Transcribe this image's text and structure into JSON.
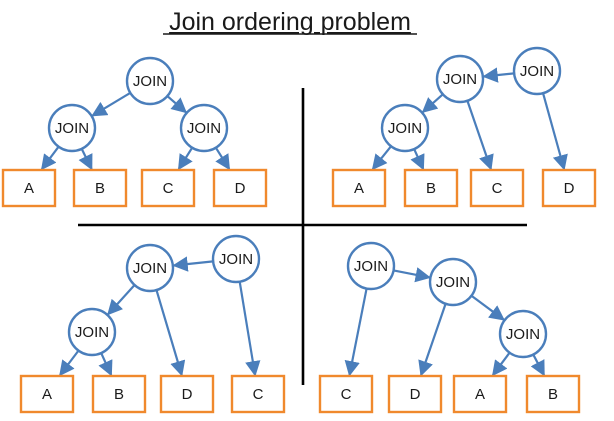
{
  "title": "Join ordering problem",
  "colors": {
    "node_stroke": "#4a7ebb",
    "leaf_stroke": "#f0892d",
    "edge": "#4a7ebb",
    "divider": "#000000"
  },
  "quadrants": [
    {
      "name": "top-left",
      "nodes": [
        {
          "id": "j1",
          "label": "JOIN"
        },
        {
          "id": "j2",
          "label": "JOIN"
        },
        {
          "id": "j3",
          "label": "JOIN"
        }
      ],
      "leaves": [
        {
          "id": "a",
          "label": "A"
        },
        {
          "id": "b",
          "label": "B"
        },
        {
          "id": "c",
          "label": "C"
        },
        {
          "id": "d",
          "label": "D"
        }
      ],
      "edges": [
        [
          "j1",
          "j2"
        ],
        [
          "j1",
          "j3"
        ],
        [
          "j2",
          "a"
        ],
        [
          "j2",
          "b"
        ],
        [
          "j3",
          "c"
        ],
        [
          "j3",
          "d"
        ]
      ]
    },
    {
      "name": "top-right",
      "nodes": [
        {
          "id": "j1",
          "label": "JOIN"
        },
        {
          "id": "j2",
          "label": "JOIN"
        },
        {
          "id": "j3",
          "label": "JOIN"
        }
      ],
      "leaves": [
        {
          "id": "a",
          "label": "A"
        },
        {
          "id": "b",
          "label": "B"
        },
        {
          "id": "c",
          "label": "C"
        },
        {
          "id": "d",
          "label": "D"
        }
      ],
      "edges": [
        [
          "j1",
          "j2"
        ],
        [
          "j2",
          "j3"
        ],
        [
          "j3",
          "a"
        ],
        [
          "j3",
          "b"
        ],
        [
          "j2",
          "c"
        ],
        [
          "j1",
          "d"
        ]
      ]
    },
    {
      "name": "bottom-left",
      "nodes": [
        {
          "id": "j1",
          "label": "JOIN"
        },
        {
          "id": "j2",
          "label": "JOIN"
        },
        {
          "id": "j3",
          "label": "JOIN"
        }
      ],
      "leaves": [
        {
          "id": "a",
          "label": "A"
        },
        {
          "id": "b",
          "label": "B"
        },
        {
          "id": "d",
          "label": "D"
        },
        {
          "id": "c",
          "label": "C"
        }
      ],
      "edges": [
        [
          "j1",
          "j2"
        ],
        [
          "j2",
          "j3"
        ],
        [
          "j3",
          "a"
        ],
        [
          "j3",
          "b"
        ],
        [
          "j2",
          "d"
        ],
        [
          "j1",
          "c"
        ]
      ]
    },
    {
      "name": "bottom-right",
      "nodes": [
        {
          "id": "j1",
          "label": "JOIN"
        },
        {
          "id": "j2",
          "label": "JOIN"
        },
        {
          "id": "j3",
          "label": "JOIN"
        }
      ],
      "leaves": [
        {
          "id": "c",
          "label": "C"
        },
        {
          "id": "d",
          "label": "D"
        },
        {
          "id": "a",
          "label": "A"
        },
        {
          "id": "b",
          "label": "B"
        }
      ],
      "edges": [
        [
          "j1",
          "j2"
        ],
        [
          "j1",
          "c"
        ],
        [
          "j2",
          "d"
        ],
        [
          "j2",
          "j3"
        ],
        [
          "j3",
          "a"
        ],
        [
          "j3",
          "b"
        ]
      ]
    }
  ]
}
